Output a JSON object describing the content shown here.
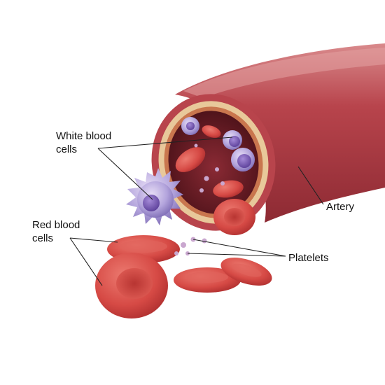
{
  "labels": {
    "white_blood_cells": "White blood\ncells",
    "red_blood_cells": "Red blood\ncells",
    "platelets": "Platelets",
    "artery": "Artery"
  },
  "colors": {
    "artery_outer": "#b8444c",
    "artery_dark": "#8d2a33",
    "artery_highlight": "#d98a8c",
    "wall_layer": "#e8c89a",
    "lumen": "#5e1a22",
    "red_cell": "#d64a45",
    "red_cell_dark": "#a82a2b",
    "white_cell": "#a99ad6",
    "white_cell_nucleus": "#6b4fa8",
    "leader_line": "#222222"
  }
}
